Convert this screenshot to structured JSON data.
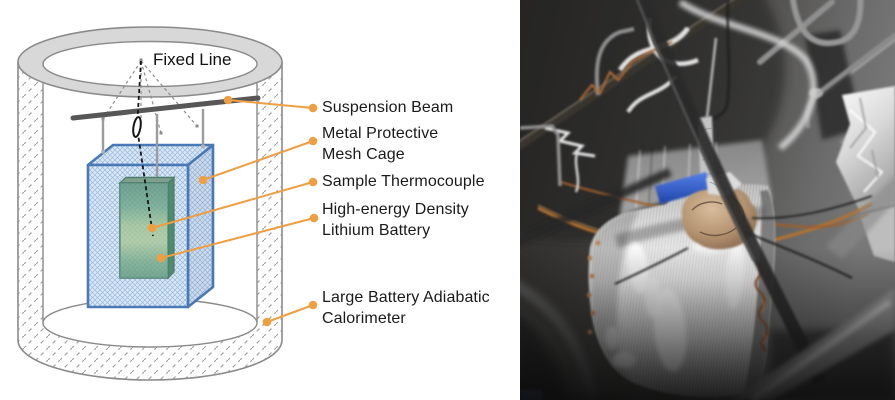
{
  "diagram": {
    "apex_label": "Fixed Line",
    "callouts": {
      "suspension_beam": {
        "line1": "Suspension Beam"
      },
      "mesh_cage": {
        "line1": "Metal Protective",
        "line2": "Mesh Cage"
      },
      "sample_thermocouple": {
        "line1": "Sample Thermocouple"
      },
      "lithium_battery": {
        "line1": "High-energy Density",
        "line2": "Lithium Battery"
      },
      "calorimeter": {
        "line1": "Large Battery Adiabatic",
        "line2": "Calorimeter"
      }
    },
    "colors": {
      "callout_orange": "#EF9E42",
      "cage_blue": "#4A7AB5",
      "cage_fill": "#DCE7F4",
      "battery_green": "#6AA585",
      "beam_gray": "#575757",
      "ring_gray": "#D8D8D8"
    }
  },
  "photo": {
    "colors": {
      "background_dark": "#3C3B39",
      "foil_silver": "#E8E8E8",
      "copper_wire": "#B5722F",
      "thermocouple_wrap_tan": "#B3926F",
      "battery_tab_blue": "#2E56C4"
    }
  }
}
